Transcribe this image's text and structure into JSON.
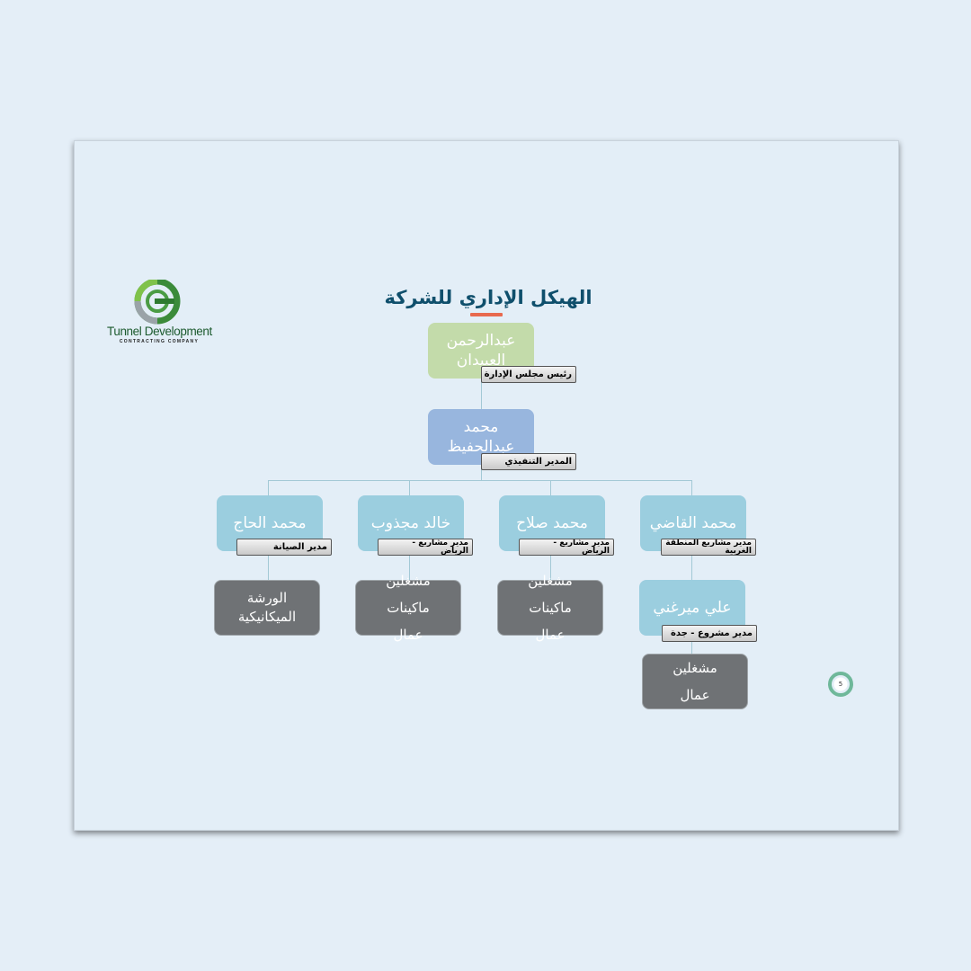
{
  "title": "الهيكل الإداري للشركة",
  "logo": {
    "text": "Tunnel Development",
    "subtext": "CONTRACTING COMPANY"
  },
  "colors": {
    "top": "#c3dbaa",
    "executive": "#98b6de",
    "manager": "#9bcedf",
    "team": "#6f7275",
    "title": "#0f4f6c",
    "accent": "#e8694e"
  },
  "chairman": {
    "name": "عبدالرحمن العبيدان",
    "role": "رئيس مجلس الإدارة"
  },
  "ceo": {
    "name": "محمد عبدالحفيظ",
    "role": "المدير التنفيذي"
  },
  "managers": [
    {
      "name": "محمد الحاج",
      "role": "مدير الصيانة"
    },
    {
      "name": "خالد مجذوب",
      "role": "مدير مشاريع - الرياض"
    },
    {
      "name": "محمد صلاح",
      "role": "مدير مشاريع - الرياض"
    },
    {
      "name": "محمد القاضي",
      "role": "مدير مشاريع المنطقة الغربية"
    }
  ],
  "teams": [
    {
      "line1": "الورشة",
      "line2": "الميكانيكية"
    },
    {
      "line1": "مشغلين ماكينات",
      "line2": "عمال"
    },
    {
      "line1": "مشغلين ماكينات",
      "line2": "عمال"
    }
  ],
  "sub_manager": {
    "name": "علي ميرغني",
    "role": "مدير مشروع - جدة"
  },
  "sub_team": {
    "line1": "مشغلين",
    "line2": "عمال"
  },
  "page_number": "5"
}
